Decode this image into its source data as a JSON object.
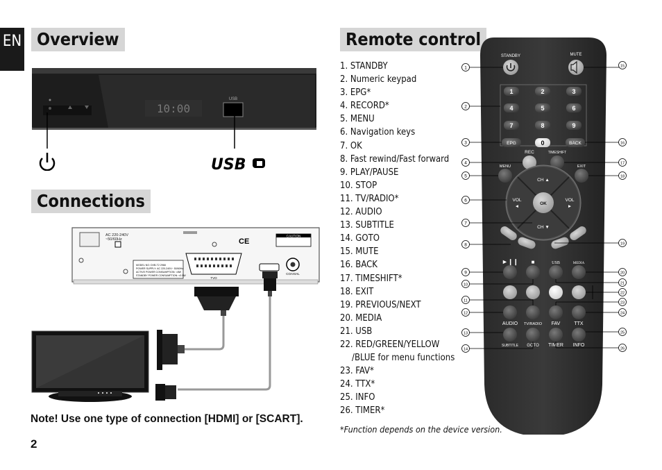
{
  "lang": "EN",
  "headings": {
    "overview": "Overview",
    "connections": "Connections",
    "remote": "Remote control"
  },
  "stb": {
    "display": "10:00",
    "usb_port": "USB"
  },
  "usb_logo": "USB",
  "rear_panel": {
    "power_in": "AC 220-240V\n~50/60Hz",
    "caution": "CAUTION",
    "model_lines": [
      "MODEL NO: DVB-T2 2968",
      "POWER SUPPLY: AC 220-240V~ 50/60Hz",
      "ACTIVE POWER CONSUMPTION: <8W",
      "STANDBY POWER CONSUMPTION: <0.5W"
    ],
    "scart_label": "TVO",
    "coaxial_label": "COAXIAL"
  },
  "remote_list": [
    "1.  STANDBY",
    "2.  Numeric keypad",
    "3.  EPG*",
    "4.  RECORD*",
    "5.  MENU",
    "6.  Navigation keys",
    "7.  OK",
    "8.  Fast rewind/Fast forward",
    "9.  PLAY/PAUSE",
    "10. STOP",
    "11. TV/RADIO*",
    "12. AUDIO",
    "13. SUBTITLE",
    "14. GOTO",
    "15. MUTE",
    "16. BACK",
    "17. TIMESHIFT*",
    "18. EXIT",
    "19. PREVIOUS/NEXT",
    "20. MEDIA",
    "21. USB",
    "22. RED/GREEN/YELLOW",
    "/BLUE for menu functions",
    "23. FAV*",
    "24. TTX*",
    "25. INFO",
    "26. TIMER*"
  ],
  "footnote": "*Function depends on the device version.",
  "note": "Note! Use one type of connection [HDMI] or [SCART].",
  "page_number": "2",
  "remote": {
    "standby": "STANDBY",
    "mute": "MUTE",
    "keys": [
      "1",
      "2",
      "3",
      "4",
      "5",
      "6",
      "7",
      "8",
      "9",
      "0"
    ],
    "epg": "EPG",
    "back": "BACK",
    "rec": "REC",
    "timeshift": "TIMESHIFT",
    "menu": "MENU",
    "exit": "EXIT",
    "ch_up": "CH ▲",
    "ch_down": "CH ▼",
    "vol_left": "VOL\n◄",
    "vol_right": "VOL\n►",
    "ok": "OK",
    "play": "►❙❙",
    "stop": "■",
    "usb": "USB",
    "media": "MEDIA",
    "audio": "AUDIO",
    "tv_radio": "TV/RADIO",
    "fav": "FAV",
    "ttx": "TTX",
    "subtitle": "SUBTITLE",
    "goto": "GOTO",
    "timer": "TIMER",
    "info": "INFO",
    "callouts": [
      "1",
      "2",
      "3",
      "4",
      "5",
      "6",
      "7",
      "8",
      "9",
      "10",
      "11",
      "12",
      "13",
      "14",
      "15",
      "16",
      "17",
      "18",
      "19",
      "20",
      "21",
      "22",
      "23",
      "24",
      "25",
      "26"
    ]
  }
}
